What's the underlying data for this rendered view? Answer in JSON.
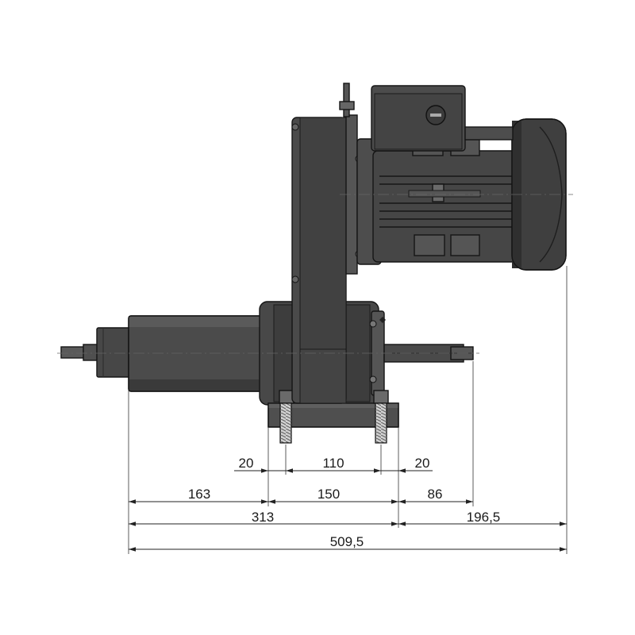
{
  "dimensions": {
    "row1": {
      "left": "20",
      "middle": "110",
      "right": "20"
    },
    "row2": {
      "left": "163",
      "middle": "150",
      "right": "86"
    },
    "row3": {
      "left": "313",
      "right": "196,5"
    },
    "row4": {
      "total": "509,5"
    }
  },
  "colors": {
    "body": "#4a4a4a",
    "body_dark": "#2e2e2e",
    "body_light": "#5c5c5c",
    "outline": "#151515",
    "bolt": "#bdbdbd",
    "dimension_line": "#222222"
  }
}
